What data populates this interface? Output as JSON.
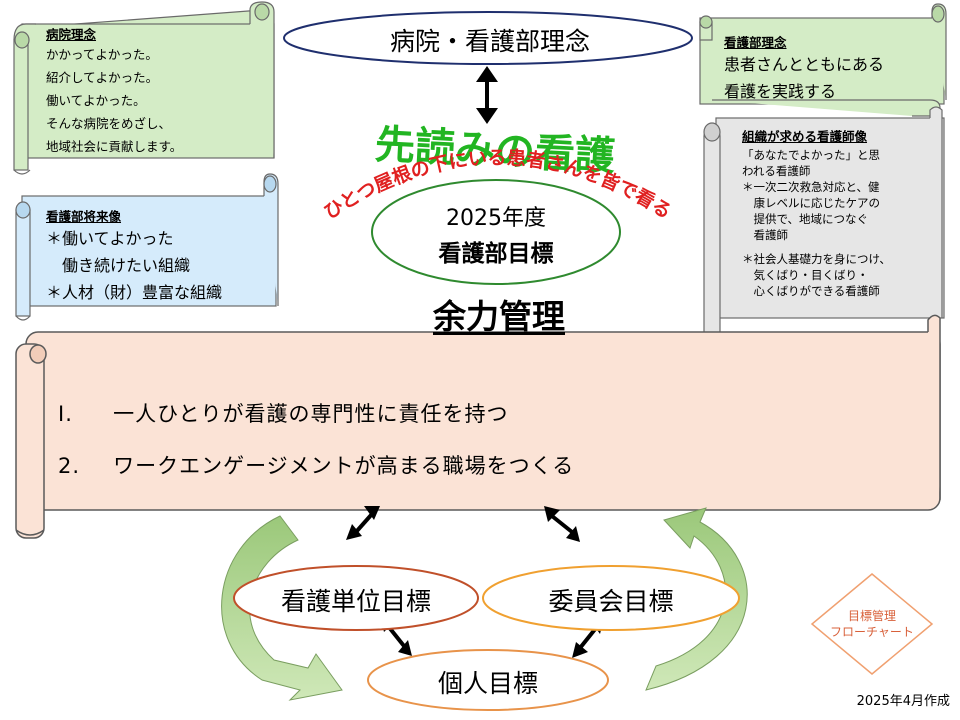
{
  "header": {
    "title": "病院・看護部理念"
  },
  "hospital_philosophy": {
    "title": "病院理念",
    "lines": [
      "かかってよかった。",
      "紹介してよかった。",
      "働いてよかった。",
      "そんな病院をめざし、",
      "地域社会に貢献します。"
    ]
  },
  "nursing_philosophy": {
    "title": "看護部理念",
    "lines": [
      "患者さんとともにある",
      "看護を実践する"
    ]
  },
  "future_vision": {
    "title": "看護部将来像",
    "lines": [
      "＊働いてよかった",
      "　働き続けたい組織",
      "＊人材（財）豊富な組織"
    ]
  },
  "ideal_nurse": {
    "title": "組織が求める看護師像",
    "lines": [
      "「あなたでよかった」と思",
      "われる看護師",
      "＊一次二次救急対応と、健",
      "　康レベルに応じたケアの",
      "　提供で、地域につなぐ",
      "　看護師",
      "",
      "＊社会人基礎力を身につけ、",
      "　気くばり・目くばり・",
      "　心くばりができる看護師"
    ]
  },
  "slogan": {
    "main": "先読みの看護",
    "sub": "ひとつ屋根の下にいる患者さんを皆で看る"
  },
  "center_goal": {
    "line1": "2025年度",
    "line2": "看護部目標"
  },
  "theme": "余力管理",
  "goals": [
    {
      "num": "Ⅰ.",
      "text": "一人ひとりが看護の専門性に責任を持つ"
    },
    {
      "num": "2.",
      "text": "ワークエンゲージメントが高まる職場をつくる"
    }
  ],
  "sub_goals": {
    "unit": "看護単位目標",
    "committee": "委員会目標",
    "personal": "個人目標"
  },
  "flowchart_label": {
    "line1": "目標管理",
    "line2": "フローチャート"
  },
  "footer_date": "2025年4月作成",
  "colors": {
    "green_scroll": "#d4ecc6",
    "blue_scroll": "#d5ebfb",
    "gray_scroll": "#e6e6e6",
    "peach_scroll": "#fbe3d6",
    "navy_ellipse": "#1f2f6e",
    "green_ellipse": "#2f8a2f",
    "slogan_green": "#22b522",
    "slogan_red": "#e02020",
    "unit_ellipse": "#c0502a",
    "committee_ellipse": "#f0a030",
    "personal_ellipse": "#e8934a",
    "diamond": "#f0a070"
  }
}
